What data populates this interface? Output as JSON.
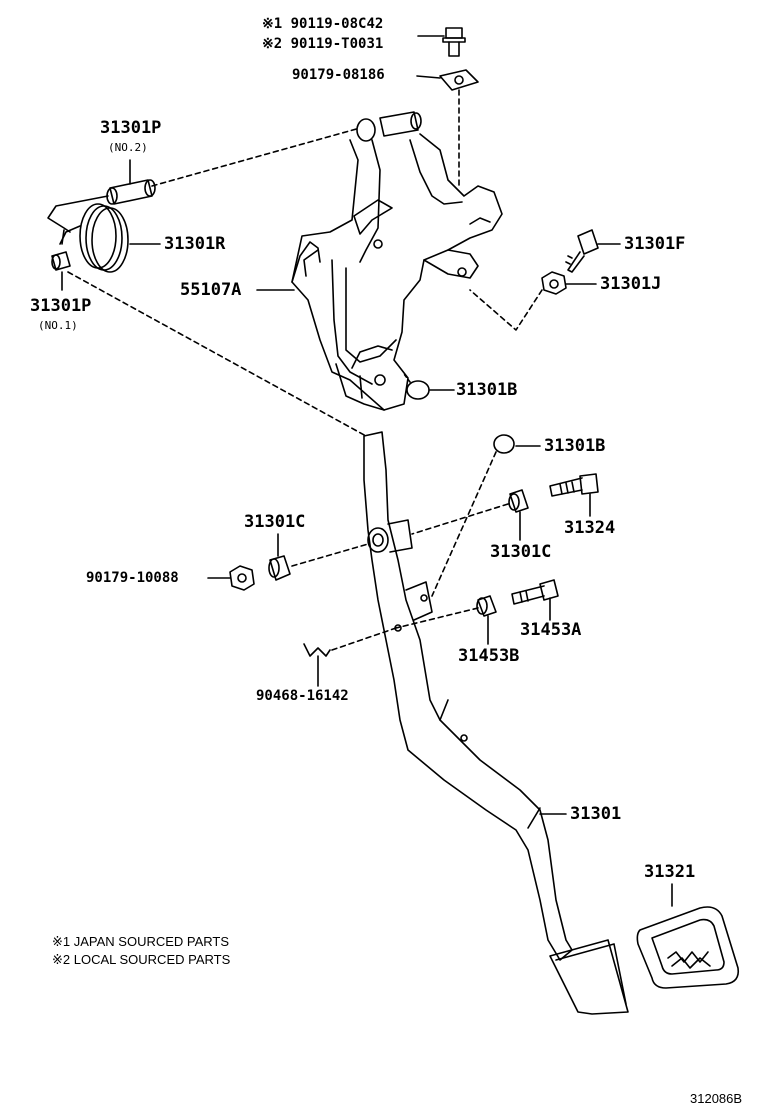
{
  "parts": {
    "p90119_08c42": "※1 90119-08C42",
    "p90119_t0031": "※2 90119-T0031",
    "p90179_08186": "90179-08186",
    "p31301p_no2": "31301P",
    "no2": "(NO.2)",
    "p31301r": "31301R",
    "p31301p_no1": "31301P",
    "no1": "(NO.1)",
    "p55107a": "55107A",
    "p31301f": "31301F",
    "p31301j": "31301J",
    "p31301b_upper": "31301B",
    "p31301b_lower": "31301B",
    "p31301c_left": "31301C",
    "p31324": "31324",
    "p31301c_right": "31301C",
    "p90179_10088": "90179-10088",
    "p31453a": "31453A",
    "p31453b": "31453B",
    "p90468_16142": "90468-16142",
    "p31301": "31301",
    "p31321": "31321"
  },
  "notes": {
    "japan": "※1 JAPAN SOURCED PARTS",
    "local": "※2 LOCAL SOURCED PARTS"
  },
  "diagram_code": "312086B"
}
